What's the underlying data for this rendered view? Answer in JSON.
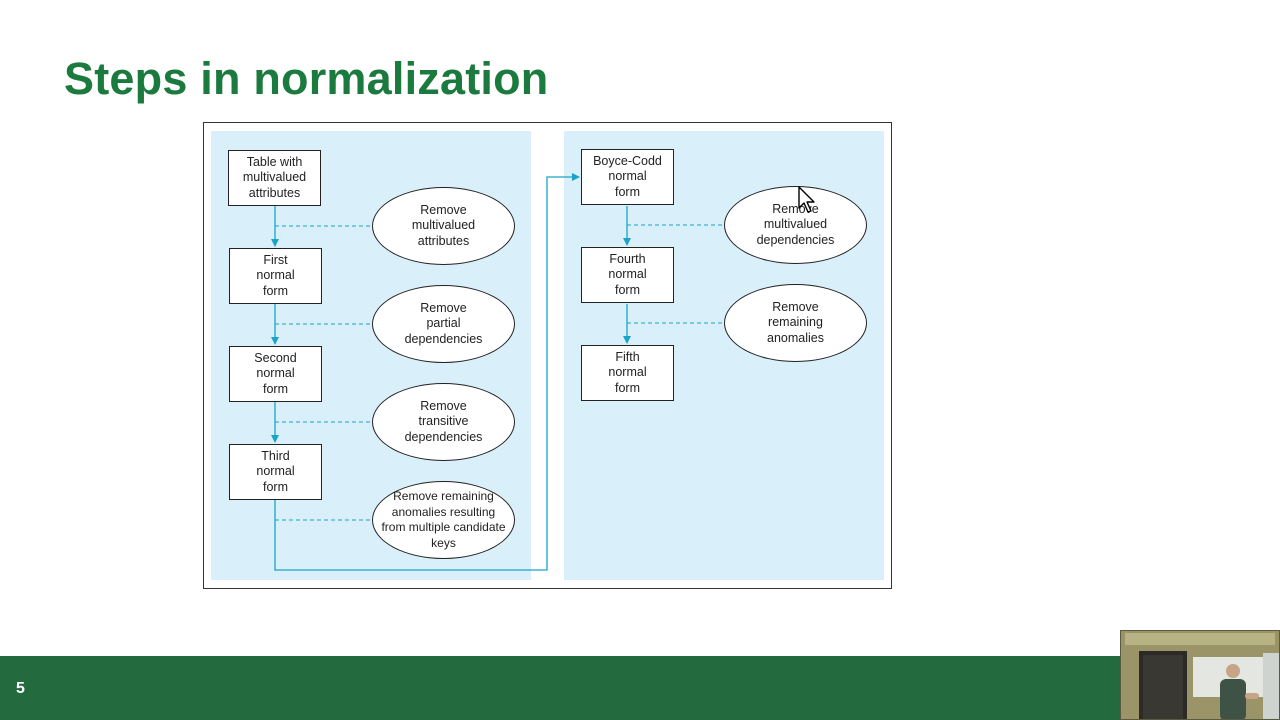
{
  "slide": {
    "title": "Steps in normalization",
    "page_number": "5"
  },
  "diagram": {
    "left_column": [
      {
        "id": "unnormalized",
        "label": "Table with\nmultivalued\nattributes"
      },
      {
        "id": "1nf",
        "label": "First\nnormal\nform"
      },
      {
        "id": "2nf",
        "label": "Second\nnormal\nform"
      },
      {
        "id": "3nf",
        "label": "Third\nnormal\nform"
      }
    ],
    "left_steps": [
      {
        "id": "step-multivalued-attrs",
        "label": "Remove\nmultivalued\nattributes"
      },
      {
        "id": "step-partial",
        "label": "Remove\npartial\ndependencies"
      },
      {
        "id": "step-transitive",
        "label": "Remove\ntransitive\ndependencies"
      },
      {
        "id": "step-candidate-keys",
        "label": "Remove remaining\nanomalies resulting\nfrom multiple candidate\nkeys"
      }
    ],
    "right_column": [
      {
        "id": "bcnf",
        "label": "Boyce-Codd\nnormal\nform"
      },
      {
        "id": "4nf",
        "label": "Fourth\nnormal\nform"
      },
      {
        "id": "5nf",
        "label": "Fifth\nnormal\nform"
      }
    ],
    "right_steps": [
      {
        "id": "step-multivalued-deps",
        "label": "Remove\nmultivalued\ndependencies"
      },
      {
        "id": "step-remaining",
        "label": "Remove\nremaining\nanomalies"
      }
    ]
  },
  "colors": {
    "title": "#1b7a3e",
    "footer": "#236b3e",
    "panel": "#d9eff9",
    "connector": "#1aa3c8"
  }
}
